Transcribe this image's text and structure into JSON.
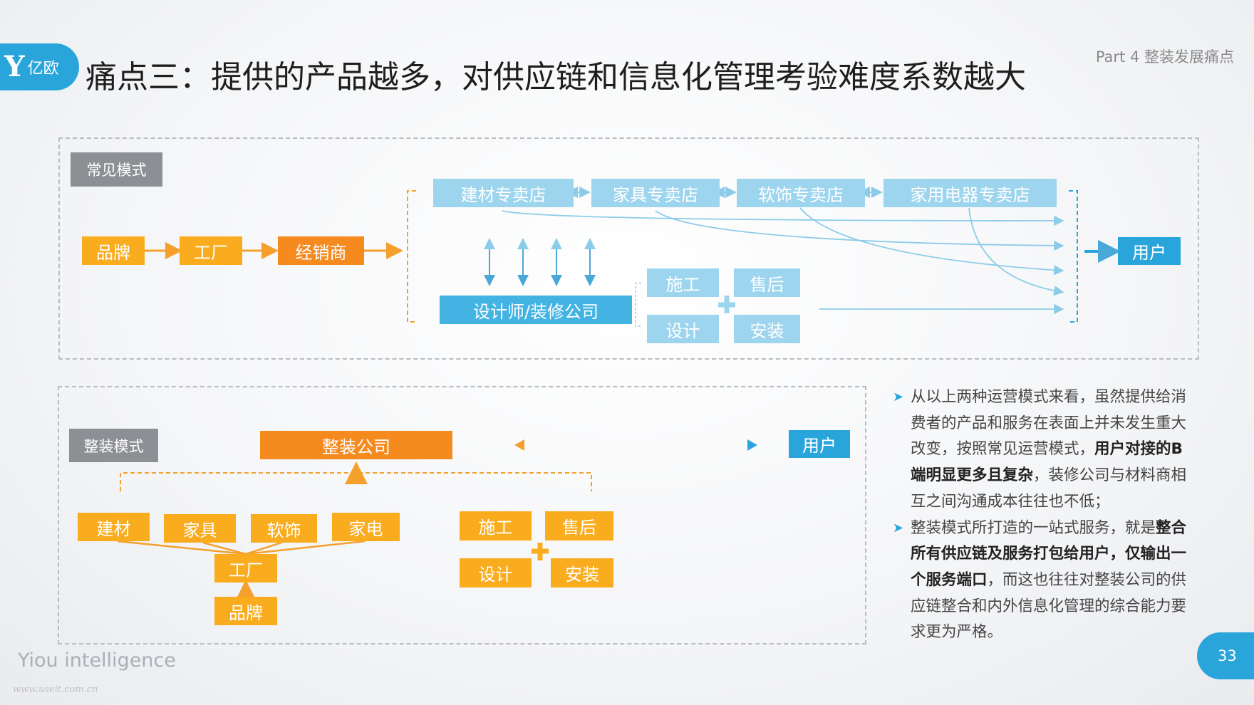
{
  "header": {
    "logo_text": "亿欧",
    "logo_glyph": "Y",
    "title": "痛点三：提供的产品越多，对供应链和信息化管理考验难度系数越大",
    "part": "Part 4 整装发展痛点"
  },
  "common_mode": {
    "tag": "常见模式",
    "chain": [
      "品牌",
      "工厂",
      "经销商"
    ],
    "stores": [
      "建材专卖店",
      "家具专卖店",
      "软饰专卖店",
      "家用电器专卖店"
    ],
    "designer": "设计师/装修公司",
    "services": [
      "施工",
      "售后",
      "设计",
      "安装"
    ],
    "user": "用户"
  },
  "integrated_mode": {
    "tag": "整装模式",
    "company": "整装公司",
    "user": "用户",
    "materials": [
      "建材",
      "家具",
      "软饰",
      "家电"
    ],
    "factory": "工厂",
    "brand": "品牌",
    "services": [
      "施工",
      "售后",
      "设计",
      "安装"
    ]
  },
  "bullets": [
    {
      "parts": [
        {
          "text": "从以上两种运营模式来看，虽然提供给消费者的产品和服务在表面上并未发生重大改变，按照常见运营模式，",
          "bold": false
        },
        {
          "text": "用户对接的B端明显更多且复杂",
          "bold": true
        },
        {
          "text": "，装修公司与材料商相互之间沟通成本往往也不低；",
          "bold": false
        }
      ]
    },
    {
      "parts": [
        {
          "text": "整装模式所打造的一站式服务，就是",
          "bold": false
        },
        {
          "text": "整合所有供应链及服务打包给用户，仅输出一个服务端口",
          "bold": true
        },
        {
          "text": "，而这也往往对整装公司的供应链整合和内外信息化管理的综合能力要求更为严格。",
          "bold": false
        }
      ]
    }
  ],
  "footer": {
    "brand": "Yiou intelligence",
    "url": "www.useit.com.cn",
    "page": "33"
  },
  "colors": {
    "accent_blue": "#2aa5dc",
    "light_blue": "#9ed5ee",
    "yellow": "#f9ac1e",
    "orange": "#f58a1f",
    "tag_gray": "#8c8f93"
  }
}
